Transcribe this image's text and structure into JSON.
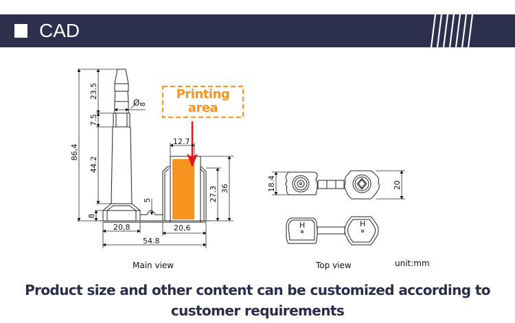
{
  "banner": {
    "title": "CAD",
    "bg_color": "#2d304d"
  },
  "main_view": {
    "label": "Main view",
    "dimensions": {
      "overall_height": "86,4",
      "tip_height": "23.5",
      "diameter_symbol": "Ø",
      "diameter": "8",
      "collar_height": "7.5",
      "shaft_height": "44.2",
      "base_height": "8",
      "link_height": "5",
      "pin_base_width": "20,8",
      "overall_width": "54.8",
      "body_width": "20,6",
      "insert_width": "12.7",
      "inner_height": "27.3",
      "body_height": "36"
    },
    "printing_area": {
      "line1": "Printing",
      "line2": "area",
      "color": "#f7931e",
      "arrow_color": "#e8141c"
    }
  },
  "top_view": {
    "label": "Top view",
    "dimensions": {
      "left_height": "18.4",
      "right_height": "20"
    },
    "marks": [
      "H",
      "H"
    ]
  },
  "unit_label": "unit:mm",
  "footer": {
    "line1": "Product size and other content can be customized according to",
    "line2": "customer requirements"
  }
}
